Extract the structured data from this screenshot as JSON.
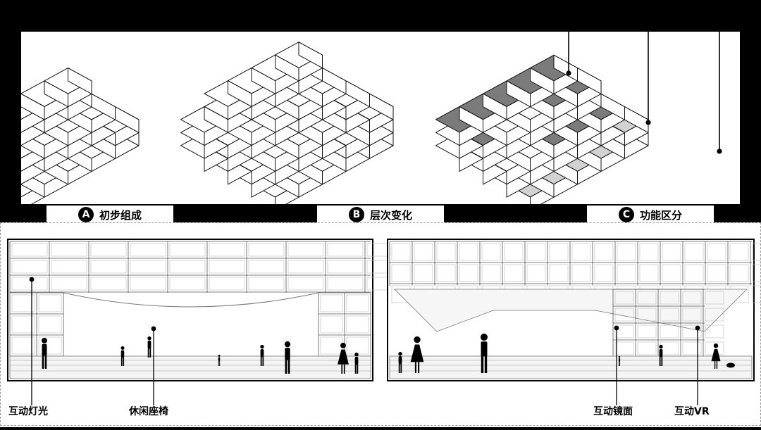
{
  "stages": [
    {
      "badge": "A",
      "label": "初步组成"
    },
    {
      "badge": "B",
      "label": "层次变化"
    },
    {
      "badge": "C",
      "label": "功能区分"
    }
  ],
  "callouts": {
    "left": [
      "互动灯光",
      "休闲座椅"
    ],
    "right": [
      "互动镜面",
      "互动VR"
    ]
  },
  "colors": {
    "dark_block": "#7b7b7b",
    "light_block": "#d2d2d2",
    "outline": "#111111"
  }
}
